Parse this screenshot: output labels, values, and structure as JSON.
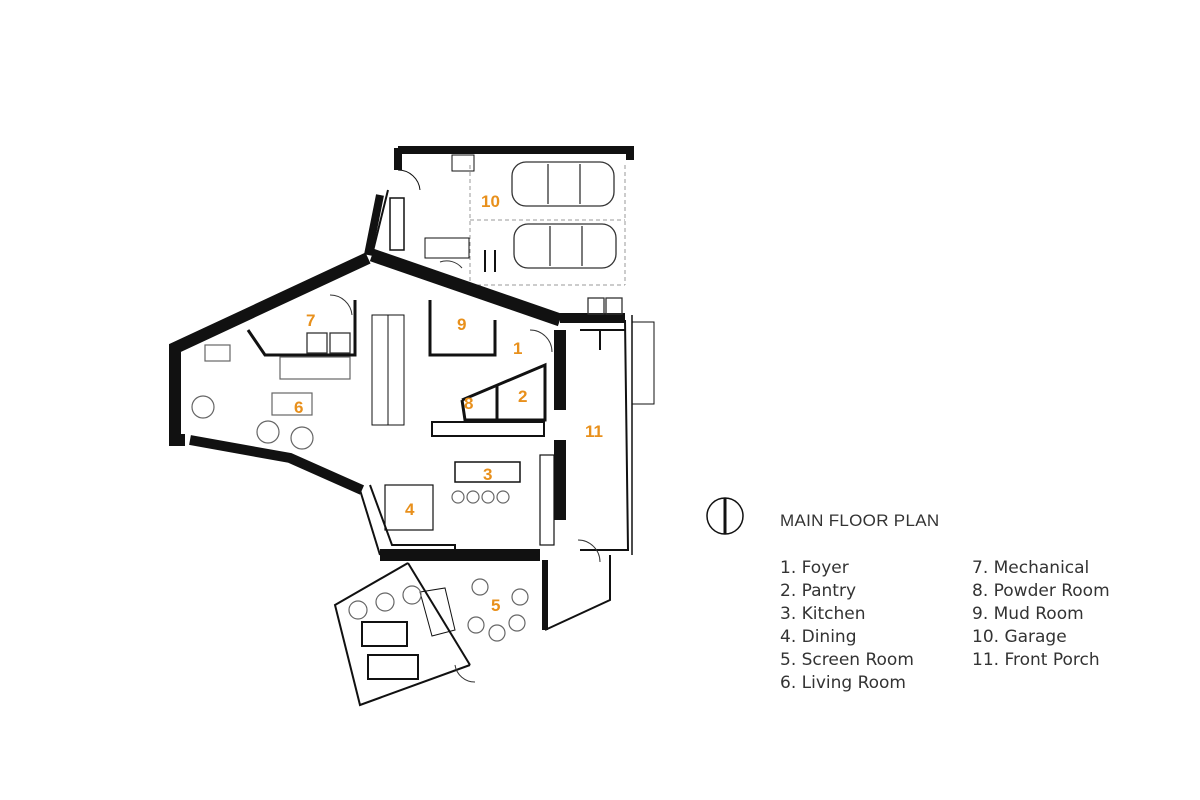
{
  "title": "MAIN FLOOR PLAN",
  "accent_color": "#e8901c",
  "wall_color": "#111111",
  "icons": {
    "north_arrow": "north-arrow-icon"
  },
  "rooms": [
    {
      "num": "1",
      "name": "1. Foyer"
    },
    {
      "num": "2",
      "name": "2. Pantry"
    },
    {
      "num": "3",
      "name": "3. Kitchen"
    },
    {
      "num": "4",
      "name": "4. Dining"
    },
    {
      "num": "5",
      "name": "5. Screen Room"
    },
    {
      "num": "6",
      "name": "6. Living Room"
    },
    {
      "num": "7",
      "name": "7. Mechanical"
    },
    {
      "num": "8",
      "name": "8. Powder Room"
    },
    {
      "num": "9",
      "name": "9. Mud Room"
    },
    {
      "num": "10",
      "name": "10. Garage"
    },
    {
      "num": "11",
      "name": "11. Front Porch"
    }
  ]
}
